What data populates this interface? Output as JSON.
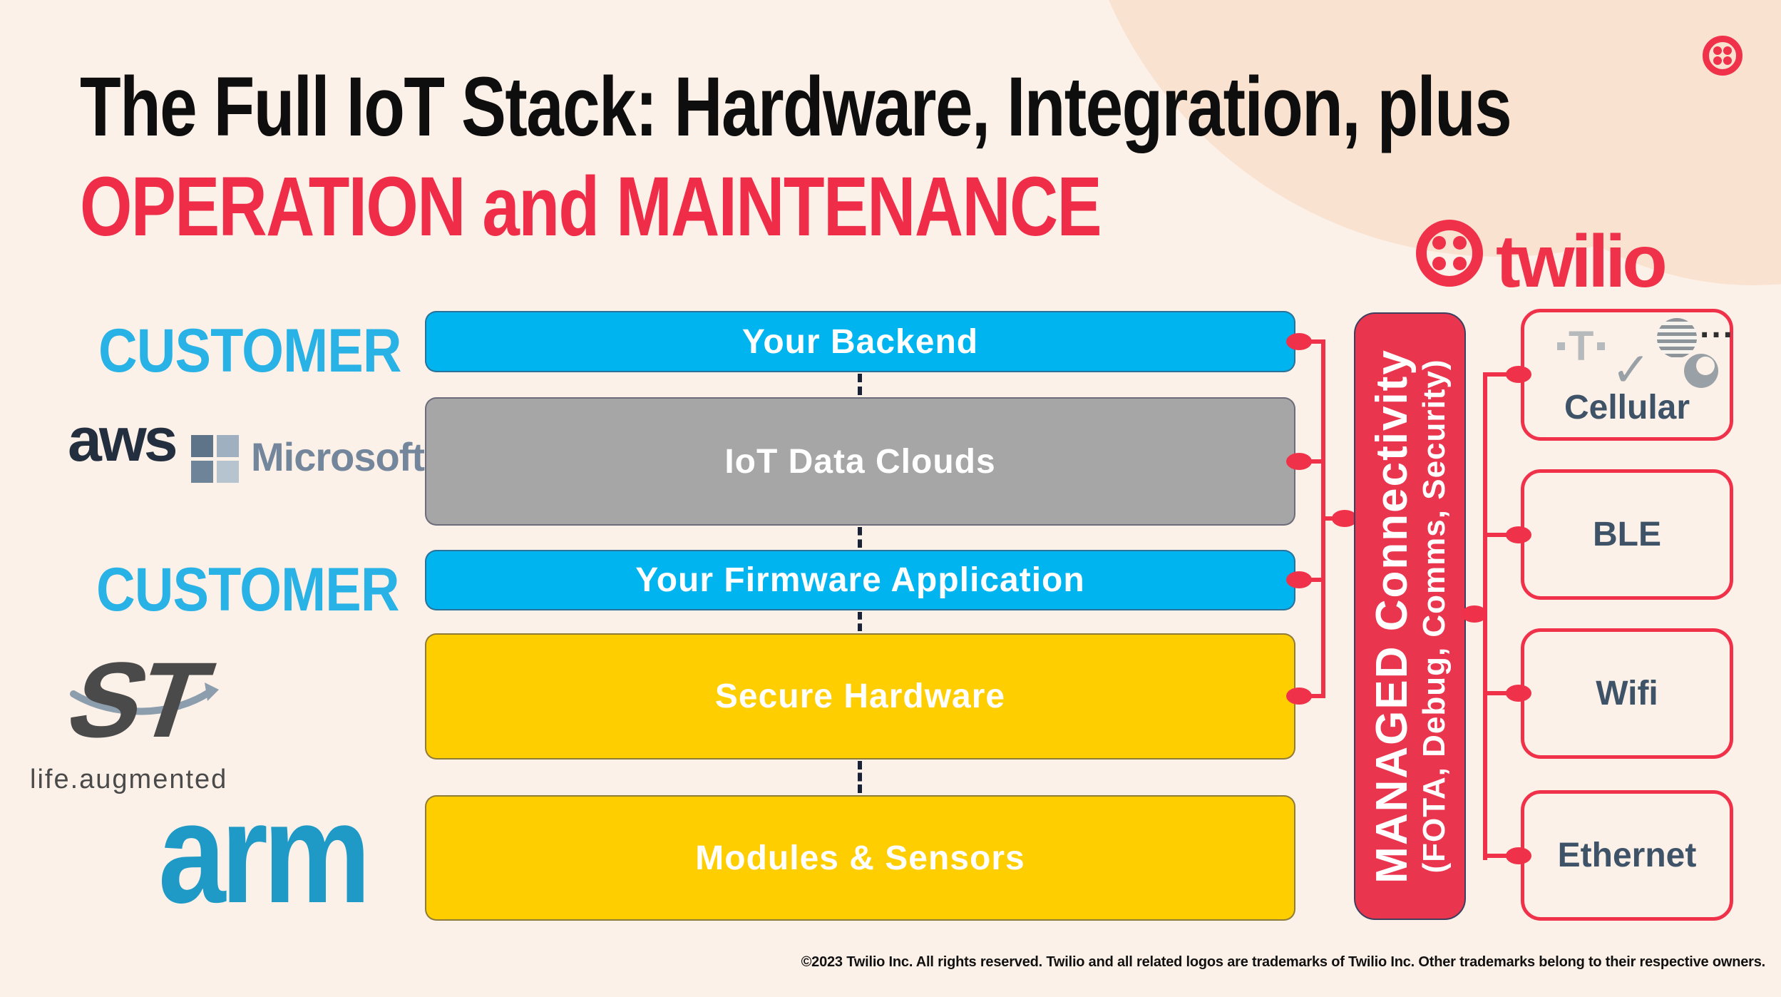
{
  "header": {
    "title_line1": "The Full IoT Stack: Hardware, Integration, plus",
    "title_line2": "OPERATION and MAINTENANCE"
  },
  "brand": {
    "wordmark": "twilio"
  },
  "left_labels": {
    "customer_top": "CUSTOMER",
    "customer_mid": "CUSTOMER",
    "aws_text": "aws",
    "microsoft_text": "Microsoft",
    "st_mark": "ST",
    "st_tagline": "life.augmented",
    "arm_text": "arm"
  },
  "stack": {
    "boxes": [
      {
        "label": "Your Backend",
        "color": "#00B4EF"
      },
      {
        "label": "IoT Data Clouds",
        "color": "#A6A6A6"
      },
      {
        "label": "Your Firmware Application",
        "color": "#00B4EF"
      },
      {
        "label": "Secure Hardware",
        "color": "#FFCE00"
      },
      {
        "label": "Modules & Sensors",
        "color": "#FFCE00"
      }
    ]
  },
  "managed_bar": {
    "line1": "MANAGED Connectivity",
    "line2": "(FOTA, Debug, Comms, Security)",
    "color": "#E9364E"
  },
  "connectivity": {
    "options": [
      {
        "label": "Cellular"
      },
      {
        "label": "BLE"
      },
      {
        "label": "Wifi"
      },
      {
        "label": "Ethernet"
      }
    ],
    "cellular_tmobile_letter": "T",
    "cellular_check": "✓",
    "cellular_more": "...",
    "label_color": "#3F5368",
    "outline_color": "#F0314A"
  },
  "footer": {
    "text": "©2023 Twilio Inc. All rights reserved. Twilio and all related logos are trademarks of Twilio Inc. Other trademarks belong to their respective owners."
  },
  "colors": {
    "background": "#FCF1E8",
    "blob": "#FAE2D0",
    "cyan_box": "#00B4EF",
    "gray_box": "#A6A6A6",
    "yellow_box": "#FFCE00",
    "red": "#F0314A",
    "title_red": "#EF2D49",
    "customer_cyan": "#29B2E6",
    "dash_navy": "#1A2238",
    "arm_blue": "#1F99C5"
  }
}
